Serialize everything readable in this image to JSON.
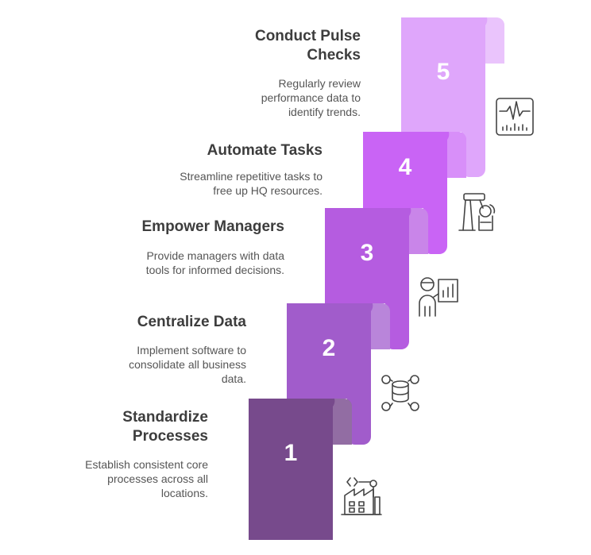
{
  "steps": [
    {
      "number": "1",
      "title": "Standardize Processes",
      "description": "Establish consistent core processes across all locations.",
      "icon": "factory-robot-arm-icon",
      "color": "#774a8c"
    },
    {
      "number": "2",
      "title": "Centralize Data",
      "description": "Implement software to consolidate all business data.",
      "icon": "database-network-icon",
      "color": "#a15ccb"
    },
    {
      "number": "3",
      "title": "Empower Managers",
      "description": "Provide managers with data tools for informed decisions.",
      "icon": "manager-chart-icon",
      "color": "#b55ce0"
    },
    {
      "number": "4",
      "title": "Automate Tasks",
      "description": "Streamline repetitive tasks to free up HQ resources.",
      "icon": "robot-arm-icon",
      "color": "#c964f5"
    },
    {
      "number": "5",
      "title": "Conduct Pulse Checks",
      "description": "Regularly review performance data to identify trends.",
      "icon": "pulse-monitor-icon",
      "color": "#dfa6fb"
    }
  ]
}
